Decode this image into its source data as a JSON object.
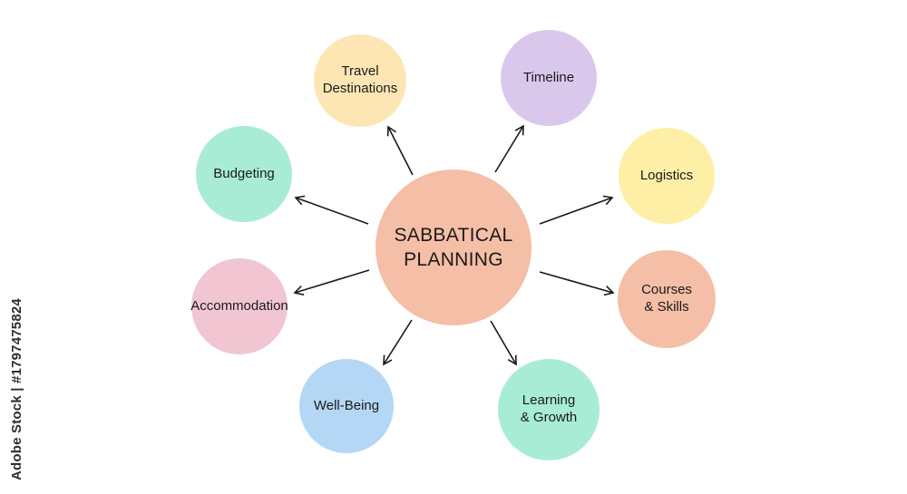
{
  "diagram": {
    "center": {
      "label": "SABBATICAL\nPLANNING",
      "color": "#f5bea6"
    },
    "topics": [
      {
        "key": "travel",
        "label": "Travel\nDestinations",
        "color": "#fde6b4"
      },
      {
        "key": "timeline",
        "label": "Timeline",
        "color": "#d9c8ec"
      },
      {
        "key": "budgeting",
        "label": "Budgeting",
        "color": "#a9ecd6"
      },
      {
        "key": "logistics",
        "label": "Logistics",
        "color": "#fdf0a6"
      },
      {
        "key": "accommodation",
        "label": "Accommodation",
        "color": "#f1c6d2"
      },
      {
        "key": "courses",
        "label": "Courses\n& Skills",
        "color": "#f5bea6"
      },
      {
        "key": "wellbeing",
        "label": "Well-Being",
        "color": "#b3d7f4"
      },
      {
        "key": "learning",
        "label": "Learning\n& Growth",
        "color": "#a9ecd6"
      }
    ]
  },
  "watermark": {
    "credit": "Adobe Stock | #1797475824"
  }
}
